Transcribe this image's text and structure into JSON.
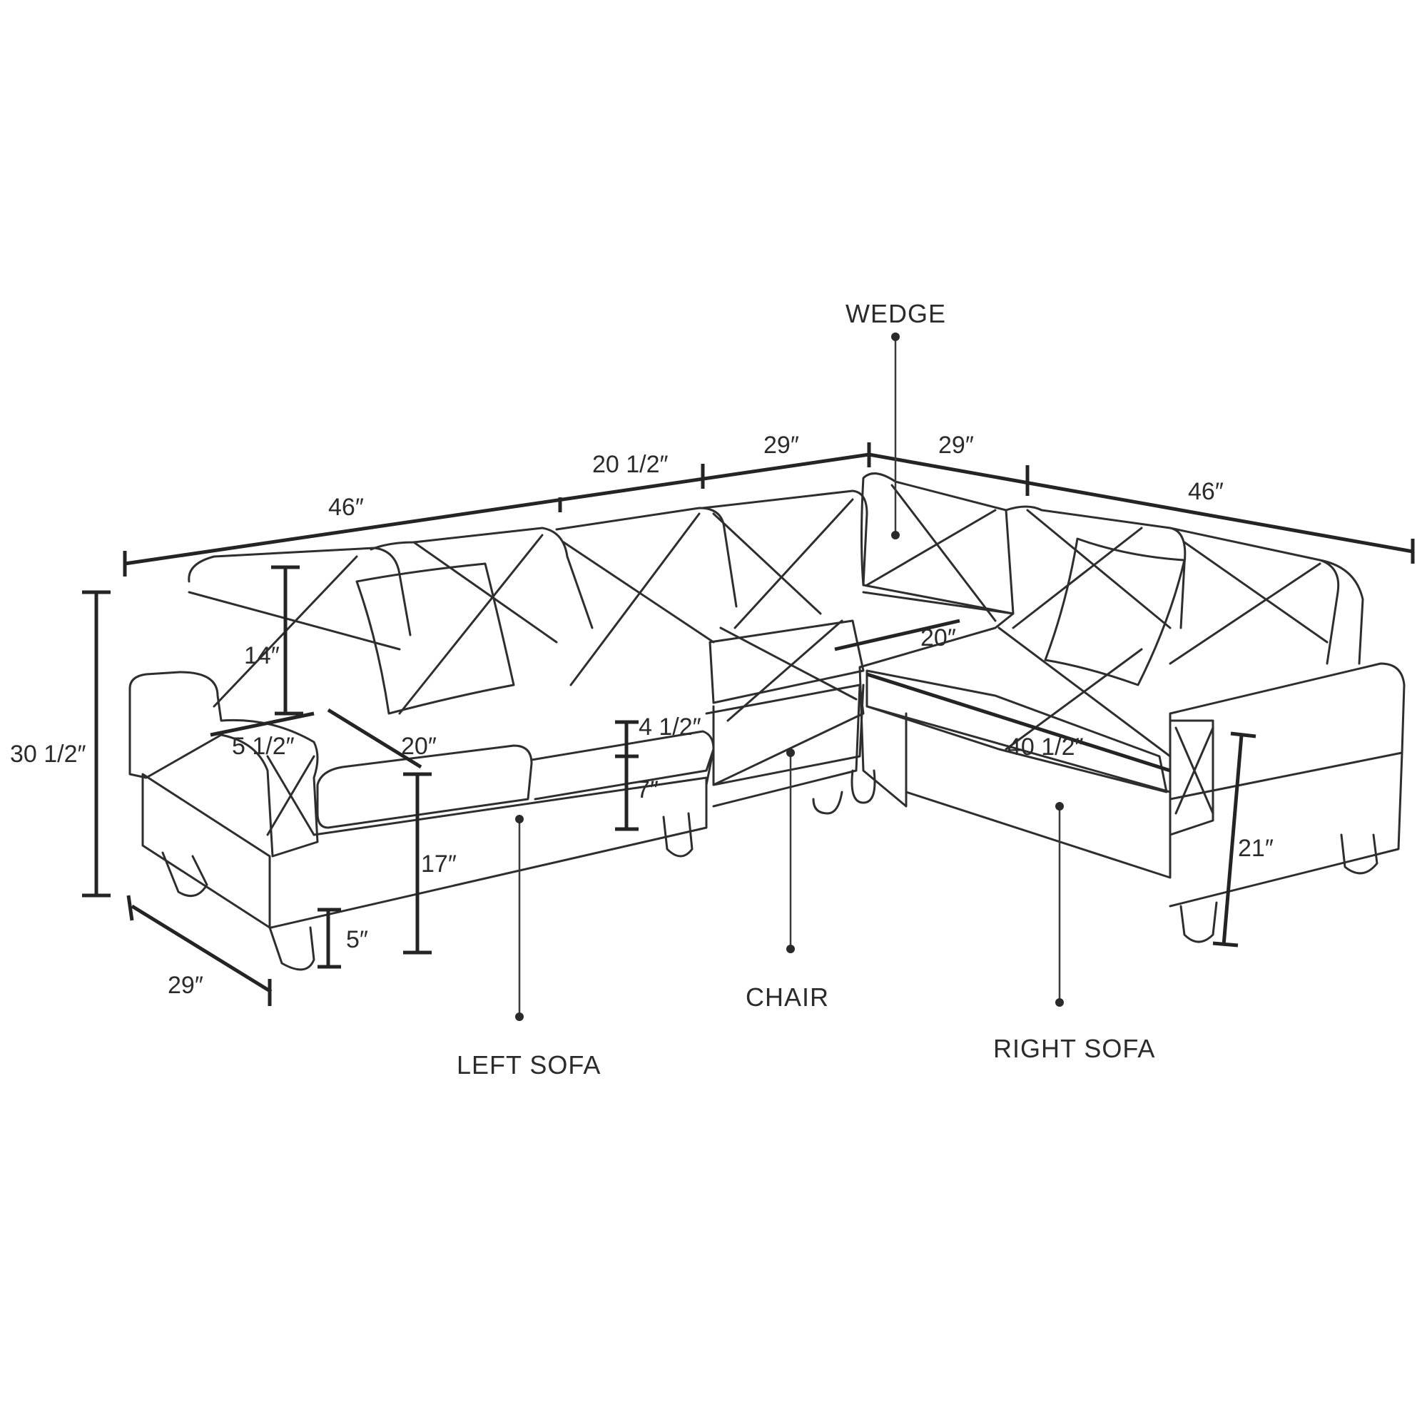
{
  "parts": {
    "wedge": "WEDGE",
    "chair": "CHAIR",
    "left_sofa": "LEFT SOFA",
    "right_sofa": "RIGHT SOFA"
  },
  "dimensions": {
    "top_left_width": "46″",
    "top_mid_width": "20 1/2″",
    "top_chair_width": "29″",
    "top_wedge_width": "29″",
    "top_right_width": "46″",
    "back_height": "14″",
    "total_height": "30 1/2″",
    "arm_width": "5 1/2″",
    "seat_depth_left": "20″",
    "cushion_thickness": "4 1/2″",
    "base_height": "7″",
    "seat_height": "17″",
    "leg_height": "5″",
    "total_depth": "29″",
    "seat_depth_right": "20″",
    "seat_width_right": "40 1/2″",
    "arm_height": "21″"
  }
}
